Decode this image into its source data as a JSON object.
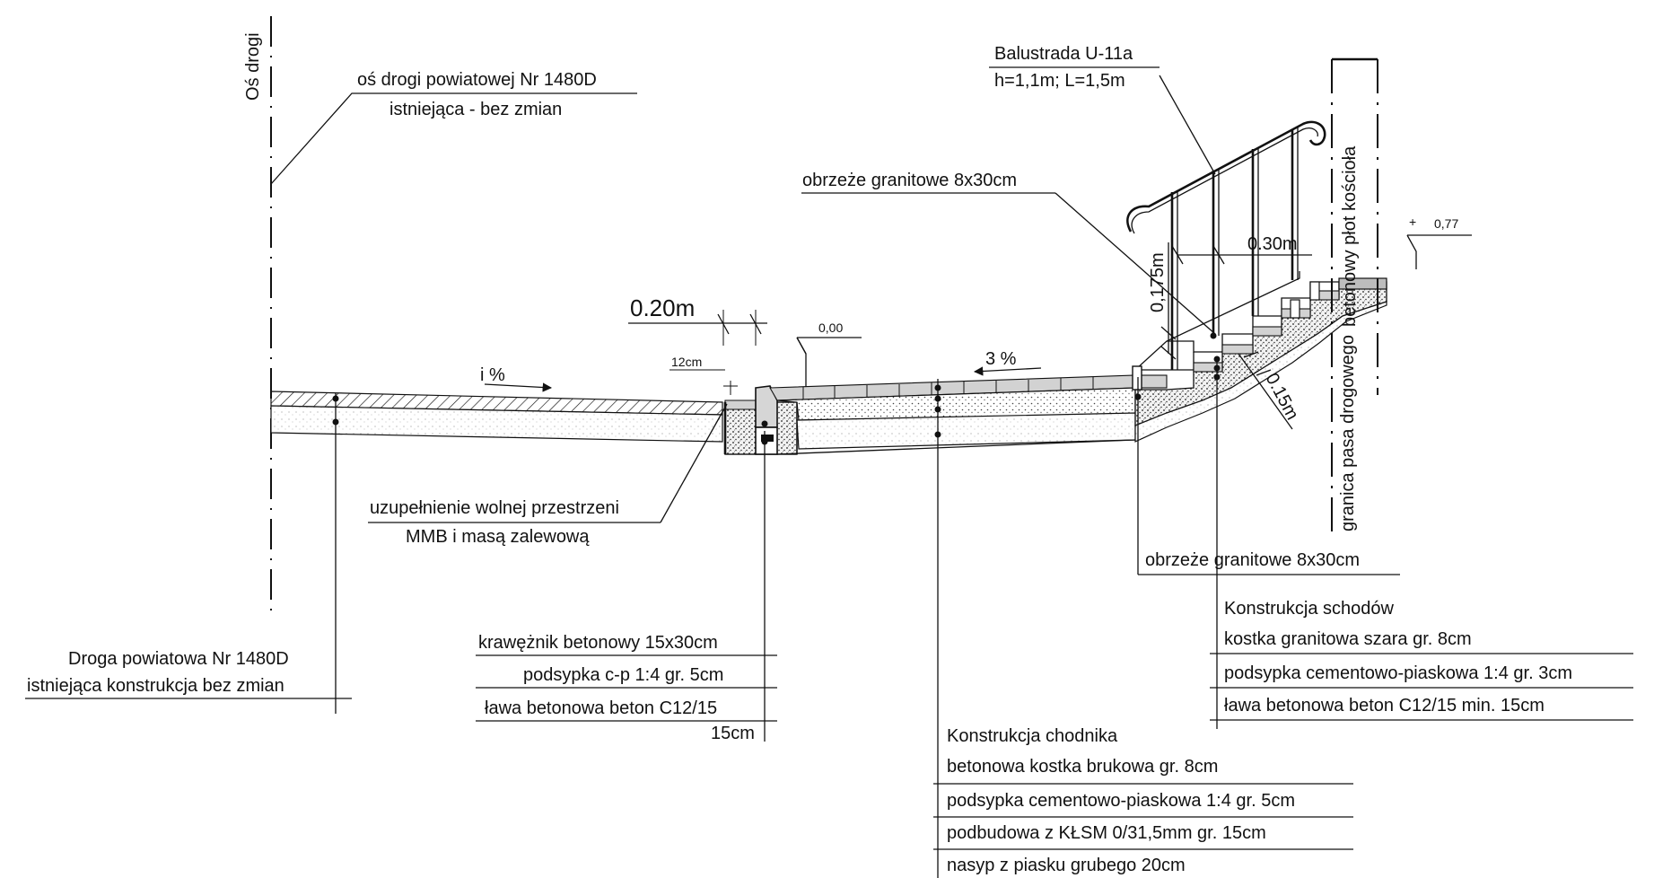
{
  "labels": {
    "road_axis": "Oś drogi",
    "axis_note_1": "oś drogi powiatowej Nr 1480D",
    "axis_note_2": "istniejąca - bez zmian",
    "road_note_1": "Droga powiatowa Nr 1480D",
    "road_note_2": "istniejąca konstrukcja bez zmian",
    "fill_note_1": "uzupełnienie wolnej przestrzeni",
    "fill_note_2": "MMB i masą zalewową",
    "slope_road": "i %",
    "slope_walk": "3 %",
    "dim_020": "0.20m",
    "dim_12cm": "12cm",
    "elev_000": "0,00",
    "elev_077": "0,77",
    "elev_plus": "+",
    "balustrade_1": "Balustrada U-11a",
    "balustrade_2": "h=1,1m;  L=1,5m",
    "edging_top": "obrzeże granitowe 8x30cm",
    "edging_bottom": "obrzeże granitowe 8x30cm",
    "dim_0175": "0,175m",
    "dim_030": "0.30m",
    "dim_015": "0.15m",
    "boundary": "granica pasa drogowego",
    "church_fence": "betonowy płot kościoła"
  },
  "curb_layers": [
    "krawężnik betonowy 15x30cm",
    "podsypka c-p 1:4 gr. 5cm",
    "ława betonowa beton C12/15",
    "15cm"
  ],
  "sidewalk": {
    "title": "Konstrukcja chodnika",
    "layers": [
      "betonowa kostka brukowa gr. 8cm",
      "podsypka cementowo-piaskowa 1:4 gr. 5cm",
      "podbudowa z KŁSM 0/31,5mm gr. 15cm",
      "nasyp z piasku grubego 20cm"
    ]
  },
  "stairs": {
    "title": "Konstrukcja schodów",
    "layers": [
      "kostka granitowa szara gr. 8cm",
      "podsypka cementowo-piaskowa 1:4 gr. 3cm",
      "ława betonowa beton C12/15 min. 15cm"
    ]
  }
}
